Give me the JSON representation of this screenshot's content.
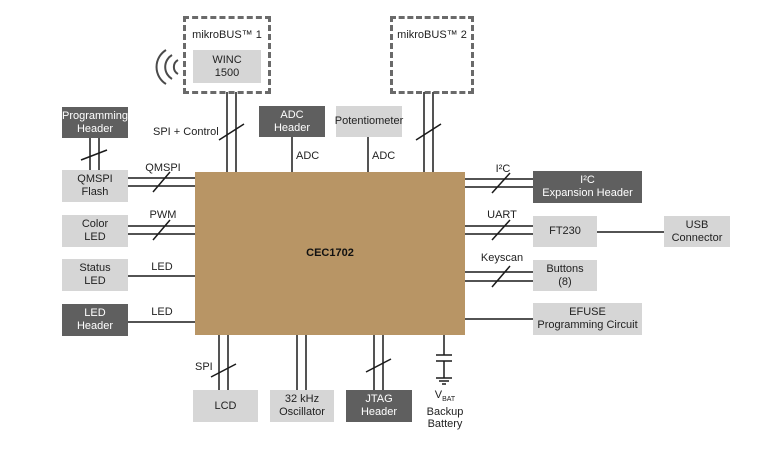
{
  "mcu": {
    "label": "CEC1702"
  },
  "blocks": {
    "mikrobus1": "mikroBUS™ 1",
    "winc": "WINC\n1500",
    "mikrobus2": "mikroBUS™ 2",
    "adc_header": "ADC\nHeader",
    "potentiometer": "Potentiometer",
    "programming_header": "Programming\nHeader",
    "qmspi_flash": "QMSPI\nFlash",
    "color_led": "Color\nLED",
    "status_led": "Status\nLED",
    "led_header": "LED\nHeader",
    "i2c_header_main": "I²C",
    "i2c_header_sub": "Expansion Header",
    "ft230": "FT230",
    "usb_connector": "USB\nConnector",
    "buttons": "Buttons\n(8)",
    "efuse": "EFUSE\nProgramming Circuit",
    "lcd": "LCD",
    "oscillator": "32 kHz\nOscillator",
    "jtag_header": "JTAG\nHeader"
  },
  "signals": {
    "spi_control": "SPI + Control",
    "adc1": "ADC",
    "adc2": "ADC",
    "qmspi": "QMSPI",
    "pwm": "PWM",
    "led1": "LED",
    "led2": "LED",
    "i2c": "I²C",
    "uart": "UART",
    "keyscan": "Keyscan",
    "spi": "SPI"
  },
  "vbat": {
    "v": "V",
    "sub": "BAT",
    "line1": "Backup",
    "line2": "Battery"
  },
  "colors": {
    "mcu": "#b89565",
    "light_block": "#d6d6d6",
    "dark_block": "#5f5f5f",
    "line": "#1a1a1a"
  },
  "icons": [
    "wireless-signal-icon",
    "capacitor-icon",
    "ground-icon"
  ]
}
